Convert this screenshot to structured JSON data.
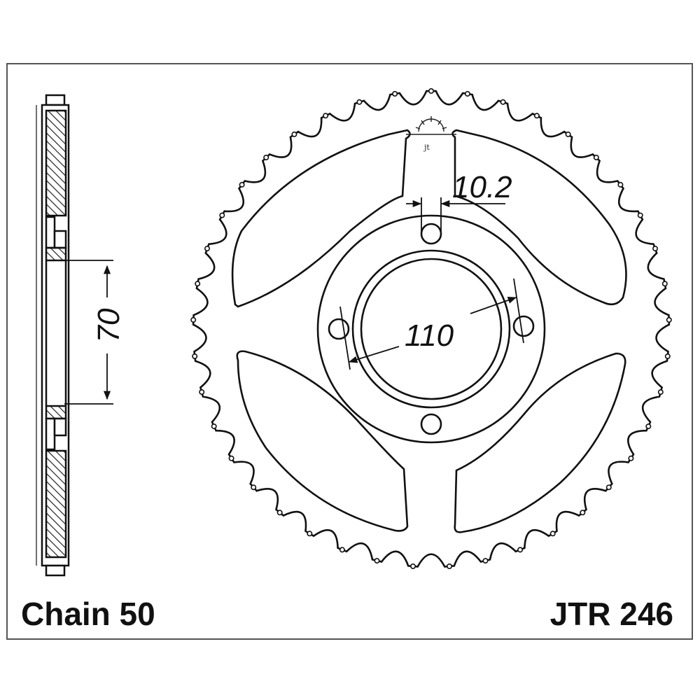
{
  "drawing": {
    "chain_label": "Chain 50",
    "part_number": "JTR 246",
    "dimensions": {
      "bolt_hole_spacing": "10.2",
      "pitch_circle_diameter": "110",
      "center_bore": "70"
    },
    "logo_text": "jt",
    "teeth_count": 41
  }
}
